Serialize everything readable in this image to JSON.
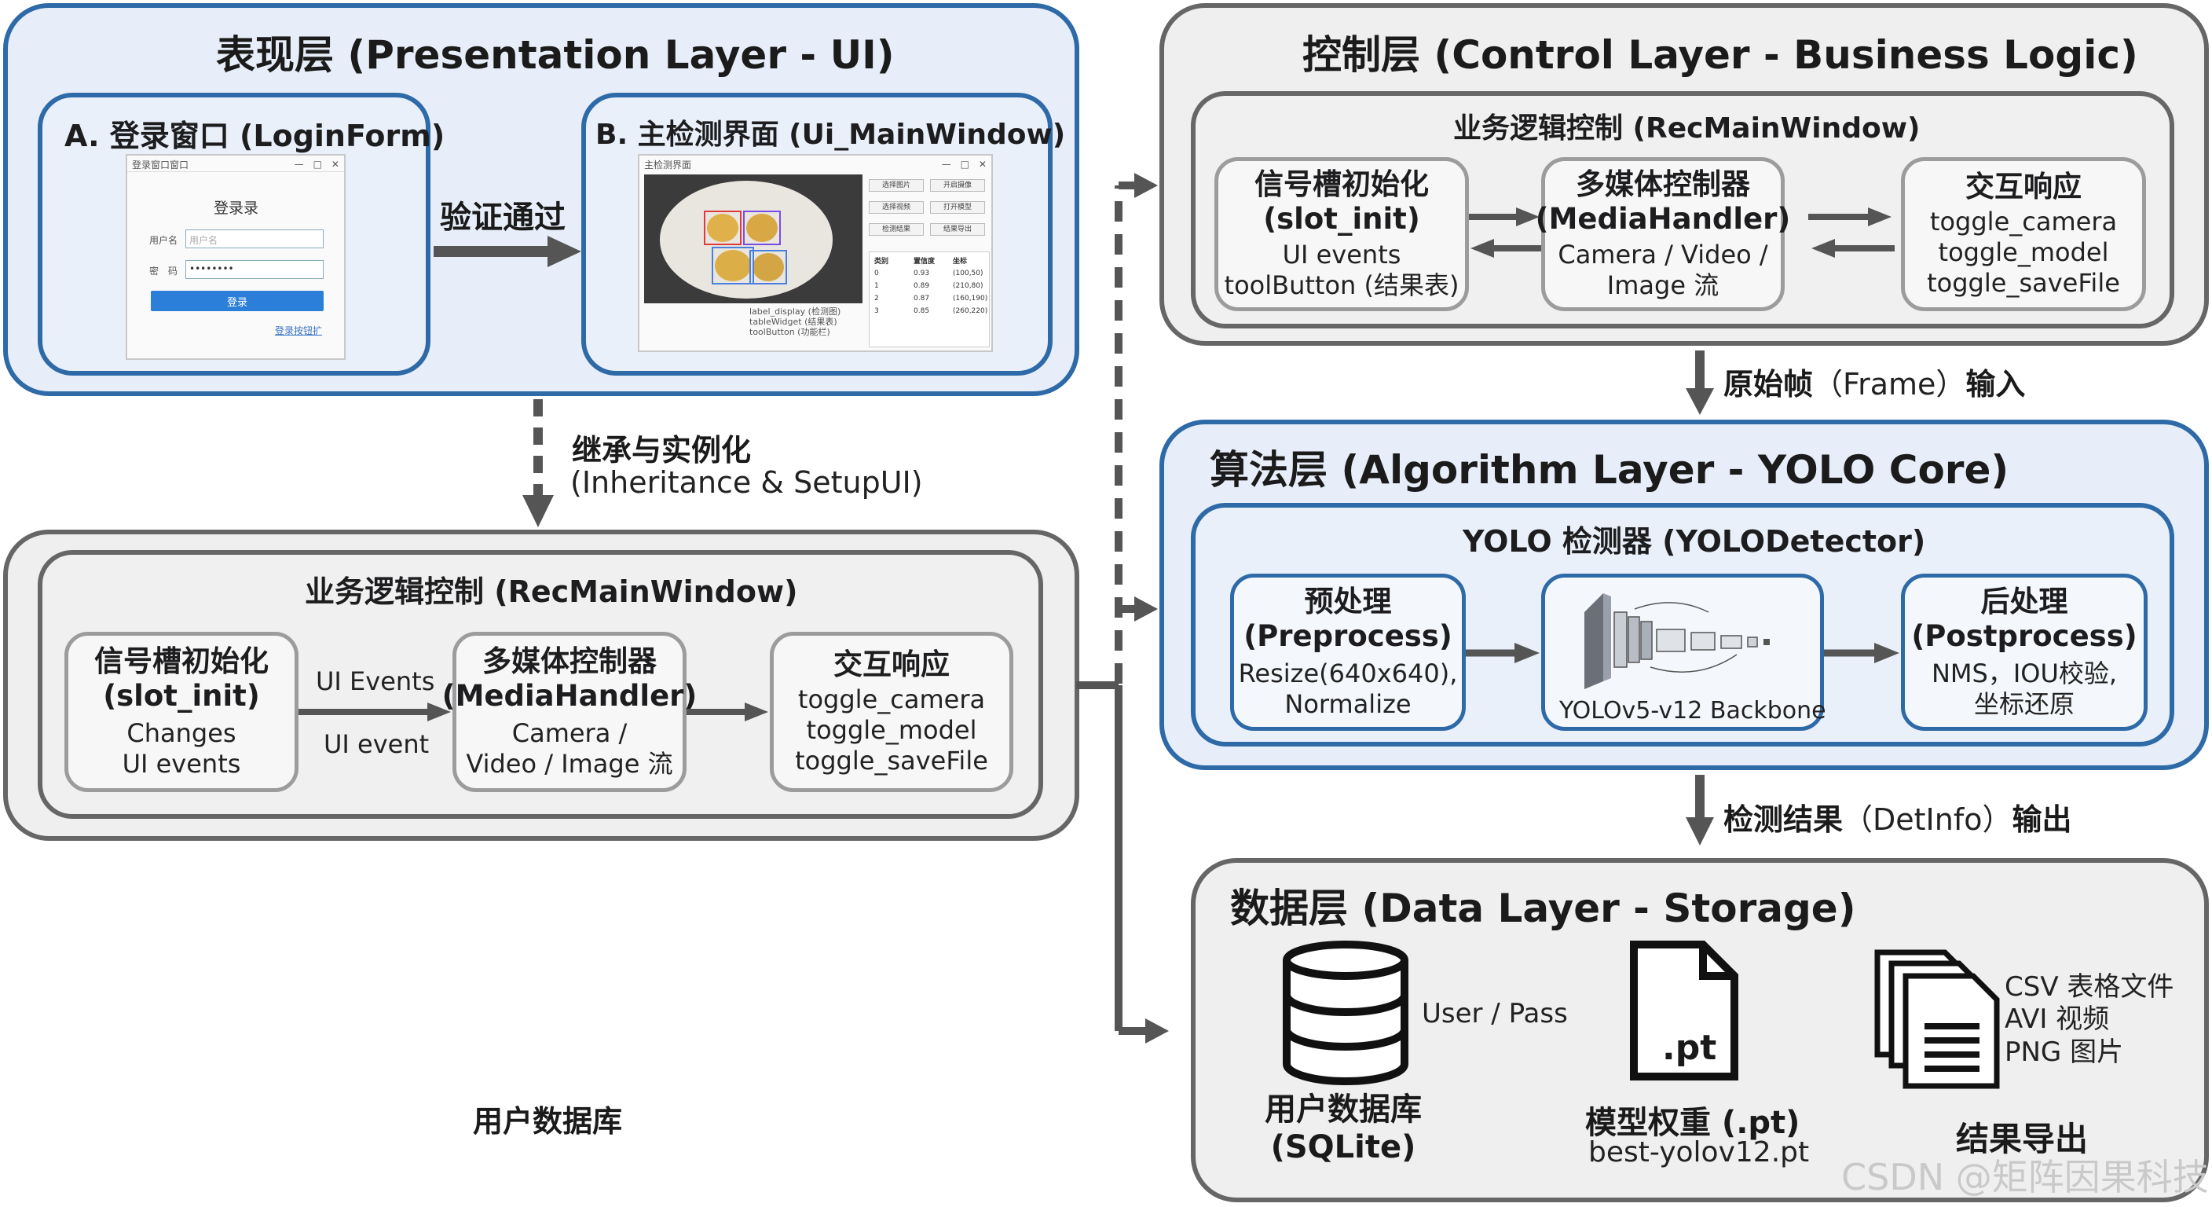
{
  "presentation": {
    "title": "表现层 (Presentation Layer - UI)",
    "login": {
      "title": "A. 登录窗口 (LoginForm)",
      "window_title": "登录窗口窗口",
      "heading": "登录录",
      "user_label": "用户名",
      "user_placeholder": "用户名",
      "pass_label": "密　码",
      "pass_value": "••••••••",
      "button": "登录",
      "link": "登录按钮扩"
    },
    "main": {
      "title": "B. 主检测界面 (Ui_MainWindow)",
      "window_title": "主检测界面",
      "side_buttons": [
        "选择图片",
        "开启摄像",
        "选择视频",
        "打开模型",
        "检测结果",
        "结果导出"
      ],
      "table_headers": [
        "类别",
        "置信度",
        "坐标"
      ],
      "table_rows": [
        [
          "0",
          "0.93",
          "(100,50)"
        ],
        [
          "1",
          "0.89",
          "(210,80)"
        ],
        [
          "2",
          "0.87",
          "(160,190)"
        ],
        [
          "3",
          "0.85",
          "(260,220)"
        ]
      ],
      "caption_lines": [
        "label_display (检测图)",
        "tableWidget (结果表)",
        "toolButton (功能栏)"
      ]
    },
    "arrow_label": "验证通过"
  },
  "inherit": {
    "line1": "继承与实例化",
    "line2": "(Inheritance & SetupUI)"
  },
  "logic_left": {
    "title": "业务逻辑控制 (RecMainWindow)",
    "box1": {
      "title": "信号槽初始化\n(slot_init)",
      "text": "Changes\nUI events"
    },
    "box2": {
      "title": "多媒体控制器\n(MediaHandler)",
      "text": "Camera /\nVideo / Image 流"
    },
    "box3": {
      "title": "交互响应",
      "text": "toggle_camera\ntoggle_model\ntoggle_saveFile"
    },
    "label_top": "UI Events",
    "label_bottom": "UI event"
  },
  "control": {
    "title": "控制层 (Control Layer - Business Logic)",
    "inner_title": "业务逻辑控制 (RecMainWindow)",
    "box1": {
      "title": "信号槽初始化\n(slot_init)",
      "text": "UI events\ntoolButton (结果表)"
    },
    "box2": {
      "title": "多媒体控制器\n(MediaHandler)",
      "text": "Camera / Video /\nImage 流"
    },
    "box3": {
      "title": "交互响应",
      "text": "toggle_camera\ntoggle_model\ntoggle_saveFile"
    }
  },
  "frame_label": {
    "bold1": "原始帧",
    "normal": "（Frame）",
    "bold2": "输入"
  },
  "algorithm": {
    "title": "算法层 (Algorithm Layer - YOLO Core)",
    "inner_title": "YOLO 检测器 (YOLODetector)",
    "pre": {
      "title": "预处理\n(Preprocess)",
      "text": "Resize(640x640),\nNormalize"
    },
    "backbone": "YOLOv5-v12 Backbone",
    "post": {
      "title": "后处理\n(Postprocess)",
      "text": "NMS，IOU校验,\n坐标还原"
    }
  },
  "det_label": {
    "bold1": "检测结果",
    "normal": "（DetInfo）",
    "bold2": "输出"
  },
  "data": {
    "title": "数据层 (Data Layer - Storage)",
    "db_note": "User / Pass",
    "db_label": "用户数据库\n(SQLite)",
    "file_ext": ".pt",
    "model_label": "模型权重 (.pt)",
    "model_file": "best-yolov12.pt",
    "export_list": "CSV 表格文件\nAVI 视频\nPNG 图片",
    "export_label": "结果导出"
  },
  "footer_label": "用户数据库",
  "watermark": "CSDN @矩阵因果科技"
}
